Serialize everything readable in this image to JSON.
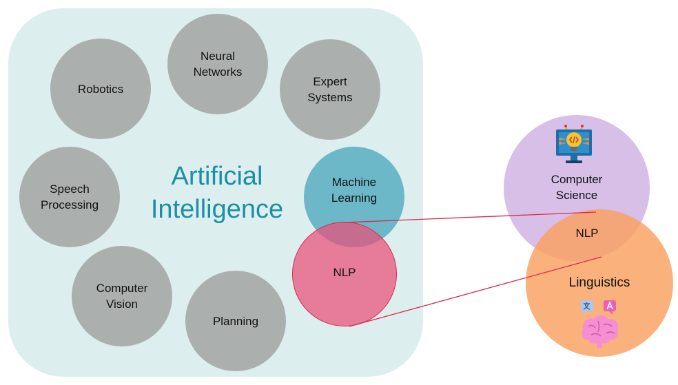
{
  "ai": {
    "title": "Artificial\nIntelligence",
    "subfields": {
      "robotics": "Robotics",
      "neural_networks": "Neural\nNetworks",
      "expert_systems": "Expert\nSystems",
      "speech_processing": "Speech\nProcessing",
      "machine_learning": "Machine\nLearning",
      "computer_vision": "Computer\nVision",
      "planning": "Planning",
      "nlp": "NLP"
    }
  },
  "venn": {
    "computer_science": "Computer\nScience",
    "nlp": "NLP",
    "linguistics": "Linguistics"
  },
  "colors": {
    "panel": "#ddeeee",
    "grey_circle": "#abb0ae",
    "machine_learning": "#6cb7c8",
    "nlp": "#e95078",
    "title": "#1b8fa8",
    "computer_science": "#d8bfe8",
    "linguistics": "#faa05f",
    "connector": "#d82c4a"
  },
  "icons": [
    "computer-code-lightbulb-icon",
    "translate-brain-icon"
  ]
}
